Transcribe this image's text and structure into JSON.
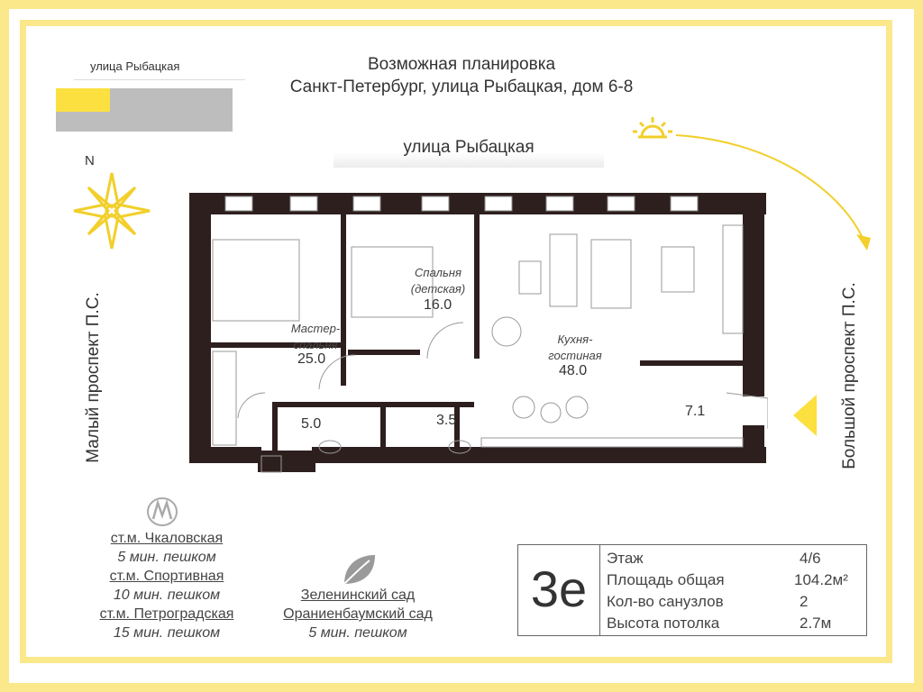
{
  "header": {
    "line1": "Возможная планировка",
    "line2": "Санкт-Петербург, улица Рыбацкая, дом 6-8"
  },
  "legend_street": "улица Рыбацкая",
  "streets": {
    "top": "улица Рыбацкая",
    "left": "Малый проспект П.С.",
    "right": "Большой проспект П.С."
  },
  "compass_north": "N",
  "rooms": {
    "master": {
      "name_line1": "Мастер-",
      "name_line2": "спальня",
      "area": "25.0"
    },
    "kids": {
      "name_line1": "Спальня",
      "name_line2": "(детская)",
      "area": "16.0"
    },
    "living": {
      "name_line1": "Кухня-",
      "name_line2": "гостиная",
      "area": "48.0"
    },
    "bath1": {
      "area": "5.0"
    },
    "bath2": {
      "area": "3.5"
    },
    "storage": {
      "area": "7.1"
    }
  },
  "metro": [
    {
      "station": "ст.м. Чкаловская",
      "walk": "5 мин. пешком"
    },
    {
      "station": "ст.м. Спортивная",
      "walk": "10 мин. пешком"
    },
    {
      "station": "ст.м. Петроградская",
      "walk": "15 мин. пешком"
    }
  ],
  "gardens": {
    "garden1": "Зеленинский сад",
    "garden2": "Ораниенбаумский сад",
    "walk": "5 мин. пешком"
  },
  "info": {
    "layout_code": "3е",
    "rows": [
      {
        "label": "Этаж",
        "value": "4/6"
      },
      {
        "label": "Площадь общая",
        "value": "104.2м²"
      },
      {
        "label": "Кол-во санузлов",
        "value": "2"
      },
      {
        "label": "Высота потолка",
        "value": "2.7м"
      }
    ]
  },
  "colors": {
    "frame": "#fbe88a",
    "accent": "#fbe040",
    "wall": "#2e1f1f"
  }
}
